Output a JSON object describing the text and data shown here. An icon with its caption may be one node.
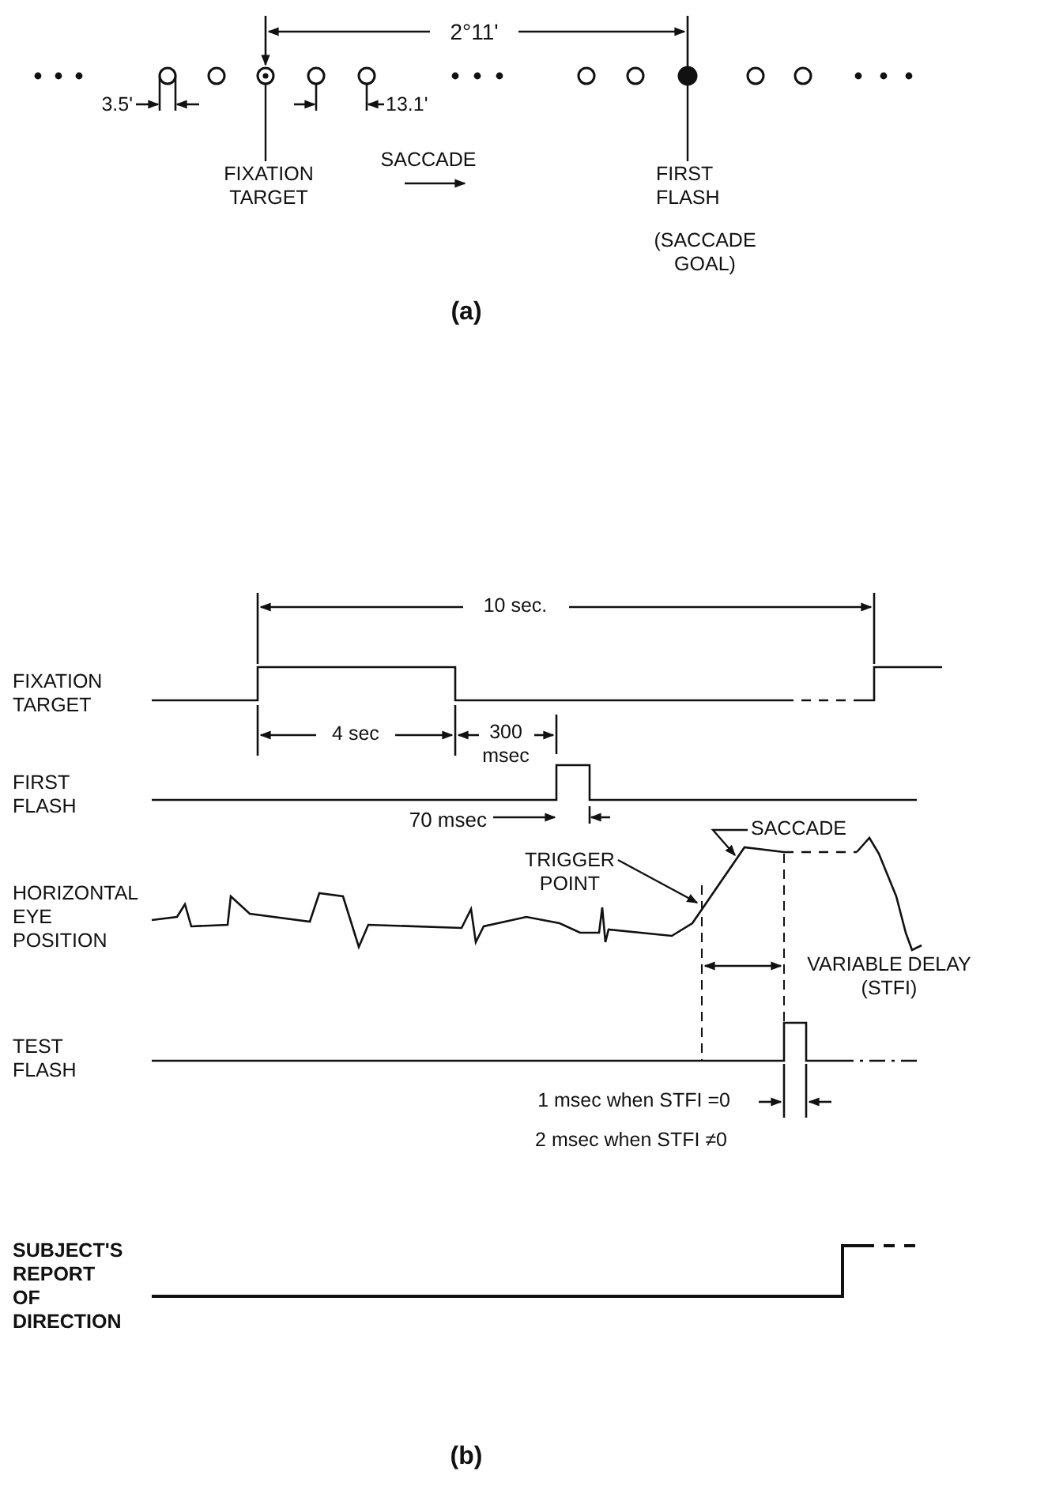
{
  "diagram": {
    "nodes": [
      {
        "text": [],
        "shape": "circle"
      },
      {
        "text": [],
        "shape": "circle"
      },
      {
        "text": [],
        "shape": "circle"
      },
      {
        "text": [],
        "shape": "circle"
      },
      {
        "text": [],
        "shape": "circle"
      },
      {
        "text": [],
        "shape": "circle"
      },
      {
        "text": [],
        "shape": "circle"
      },
      {
        "text": [],
        "shape": "circle"
      },
      {
        "text": [],
        "shape": "circle"
      },
      {
        "text": [],
        "shape": "circle"
      },
      {
        "text": [
          "FIXATION TARGET"
        ]
      },
      {
        "text": [
          "FIRST FLASH",
          "(SACCADE GOAL)"
        ]
      },
      {
        "text": [
          "SACCADE"
        ]
      },
      {
        "text": [
          "TRIGGER POINT"
        ]
      }
    ],
    "edges": [
      {
        "from": 10,
        "to": 2,
        "arrow": "none"
      },
      {
        "from": 11,
        "to": 7,
        "arrow": "none"
      },
      {
        "from": 12,
        "to": null,
        "arrow": "to"
      },
      {
        "from": 13,
        "to": null,
        "arrow": "to"
      }
    ],
    "labels": [
      "2°11'",
      "3.5'",
      "13.1'",
      "SACCADE",
      "(a)",
      "10 sec.",
      "FIXATION TARGET",
      "4 sec",
      "300 msec",
      "FIRST FLASH",
      "70 msec",
      "HORIZONTAL EYE POSITION",
      "VARIABLE DELAY (STFI)",
      "TEST FLASH",
      "1 msec when STFI =0",
      "2 msec when STFI ≠0",
      "SUBJECT'S REPORT OF DIRECTION",
      "(b)"
    ]
  }
}
